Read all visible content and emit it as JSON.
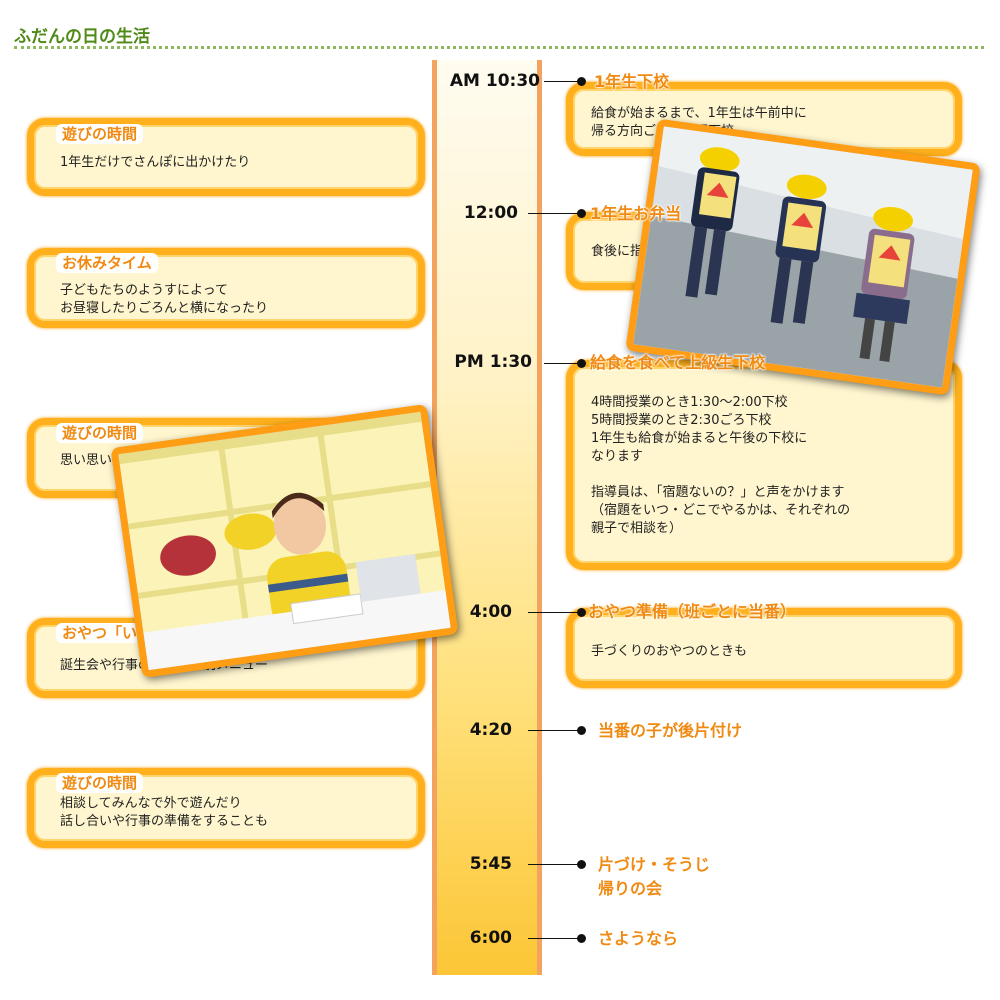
{
  "page_title": "ふだんの日の生活",
  "timeline": [
    {
      "time": "AM 10:30",
      "event": "1年生下校"
    },
    {
      "time": "12:00",
      "event": "1年生お弁当"
    },
    {
      "time": "PM 1:30",
      "event": "給食を食べて上級生下校"
    },
    {
      "time": "4:00",
      "event": "おやつ準備（班ごとに当番）"
    },
    {
      "time": "4:20",
      "event": "当番の子が後片付け"
    },
    {
      "time": "5:45",
      "event": "片づけ・そうじ\n帰りの会"
    },
    {
      "time": "6:00",
      "event": "さようなら"
    }
  ],
  "right_cards": [
    {
      "text": "給食が始まるまで、1年生は午前中に\n帰る方向ごとに集団下校"
    },
    {
      "text": "食後に指導員が本を読み聞かせたり…"
    },
    {
      "text": "4時間授業のとき1:30〜2:00下校\n5時間授業のとき2:30ごろ下校\n1年生も給食が始まると午後の下校に\nなります\n\n指導員は、「宿題ないの？」と声をかけます\n（宿題をいつ・どこでやるかは、それぞれの\n親子で相談を）"
    },
    {
      "text": "手づくりのおやつのときも"
    }
  ],
  "left_cards": [
    {
      "title": "遊びの時間",
      "text": "1年生だけでさんぽに出かけたり"
    },
    {
      "title": "お休みタイム",
      "text": "子どもたちのようすによって\nお昼寝したりごろんと横になったり"
    },
    {
      "title": "遊びの時間",
      "text": "思い思いに過ごします"
    },
    {
      "title": "おやつ「いただきます」",
      "text": "誕生会や行事のときは特別メニュー"
    },
    {
      "title": "遊びの時間",
      "text": "相談してみんなで外で遊んだり\n話し合いや行事の準備をすることも"
    }
  ],
  "colors": {
    "accent": "#f08a12",
    "frame": "#ffb01c",
    "title_green": "#4f8a17"
  }
}
